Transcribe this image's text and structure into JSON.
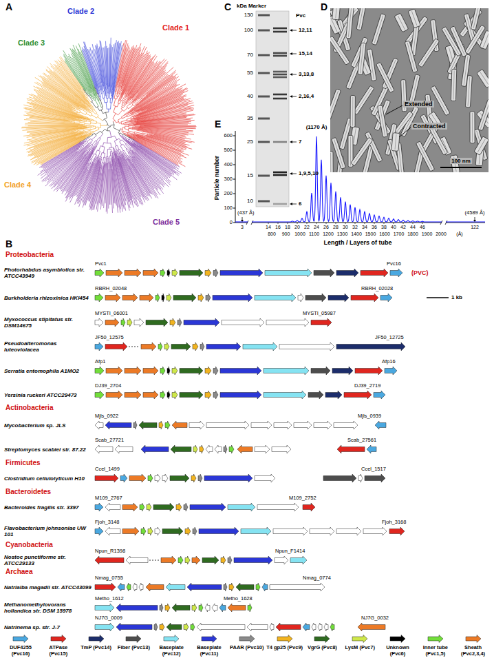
{
  "diagram": {
    "labels": [
      "A",
      "Clade 1",
      "Clade 2",
      "Clade 3",
      "Clade 4",
      "Clade 5",
      "C",
      "kDa Marker",
      "130",
      "100",
      "70",
      "55",
      "40",
      "35",
      "25",
      "15",
      "10",
      "Pvc",
      "12,11",
      "15,14",
      "3,13,8",
      "2,16,4",
      "7",
      "1,9,5,10",
      "6",
      "D",
      "Extended",
      "Contracted",
      "100 nm",
      "E",
      "(1170 Å)",
      "Particle number",
      "600",
      "500",
      "400",
      "300",
      "200",
      "100",
      "0",
      "(437 Å)",
      "3",
      "14",
      "16",
      "18",
      "20",
      "22",
      "24",
      "26",
      "28",
      "30",
      "32",
      "34",
      "36",
      "38",
      "40",
      "42",
      "44",
      "46",
      "122",
      "(4589 Å)",
      "800",
      "900",
      "1000",
      "1100",
      "1200",
      "1300",
      "1400",
      "1500",
      "1600",
      "1700",
      "1800",
      "1900",
      "2000",
      "(Å)",
      "Length / Layers of tube",
      "B",
      "Proteobacteria",
      "Photorhabdus asymbiotica str. ATCC43949",
      "Pvc1",
      "Pvc16",
      "(PVC)",
      "1 kb",
      "Burkholderia rhizoxinica HKI454",
      "RBRH_02048",
      "RBRH_02028",
      "Myxococcus stipitatus str. DSM14675",
      "MYSTI_06001",
      "MYSTI_05987",
      "Pseudoalteromonas luteoviolacea",
      "JF50_12575",
      "JF50_12725",
      "Serratia entomophila A1MO2",
      "Afp1",
      "Afp16",
      "Yersinia ruckeri ATCC29473",
      "DJ39_2704",
      "DJ39_2719",
      "Actinobacteria",
      "Mycobacterium sp. JLS",
      "Mjls_0922",
      "Mjls_0939",
      "Streptomyces scabiei str. 87.22",
      "Scab_27721",
      "Scab_27561",
      "Firmicutes",
      "Clostridium cellulolyticum H10",
      "Ccel_1499",
      "Ccel_1517",
      "Bacteroidetes",
      "Bacteroides fragilis str. 3397",
      "M109_2767",
      "M109_2752",
      "Flavobacterium johnsoniae UW 101",
      "Fjoh_3148",
      "Fjoh_3168",
      "Cyanobacteria",
      "Nostoc punctiforme str. ATCC29133",
      "Npun_R1398",
      "Npun_F1414",
      "Archaea",
      "Natrialba magadii str. ATCC43099",
      "Nmag_0755",
      "Nmag_0774",
      "Methanomethylovorans hollandica str. DSM 15978",
      "Metho_1612",
      "Metho_1628",
      "Natrinema sp. str. J-7",
      "NJ7G_0009",
      "NJ7G_0032"
    ],
    "legend": [
      {
        "text": "DUF4255 (Pvc16)",
        "color": "#4aa8e0"
      },
      {
        "text": "ATPase (Pvc15)",
        "color": "#e0261f"
      },
      {
        "text": "TmP (Pvc14)",
        "color": "#1c2d6b"
      },
      {
        "text": "Fiber (Pvc13)",
        "color": "#4d4d4d"
      },
      {
        "text": "Baseplate (Pvc12)",
        "color": "#85e3f2"
      },
      {
        "text": "Baseplate (Pvc11)",
        "color": "#2b37d6"
      },
      {
        "text": "PAAR (Pvc10)",
        "color": "#8a8a8a"
      },
      {
        "text": "T4 gp25 (Pvc9)",
        "color": "#f2b41f"
      },
      {
        "text": "VgrG (Pvc8)",
        "color": "#2f6b20"
      },
      {
        "text": "LysM (Pvc7)",
        "color": "#cfe84a"
      },
      {
        "text": "Unknown (Pvc6)",
        "color": "#000000"
      },
      {
        "text": "Inner tube (Pvc1,5)",
        "color": "#72de3a"
      },
      {
        "text": "Sheath (Pvc2,3,4)",
        "color": "#ec7a26"
      }
    ]
  }
}
